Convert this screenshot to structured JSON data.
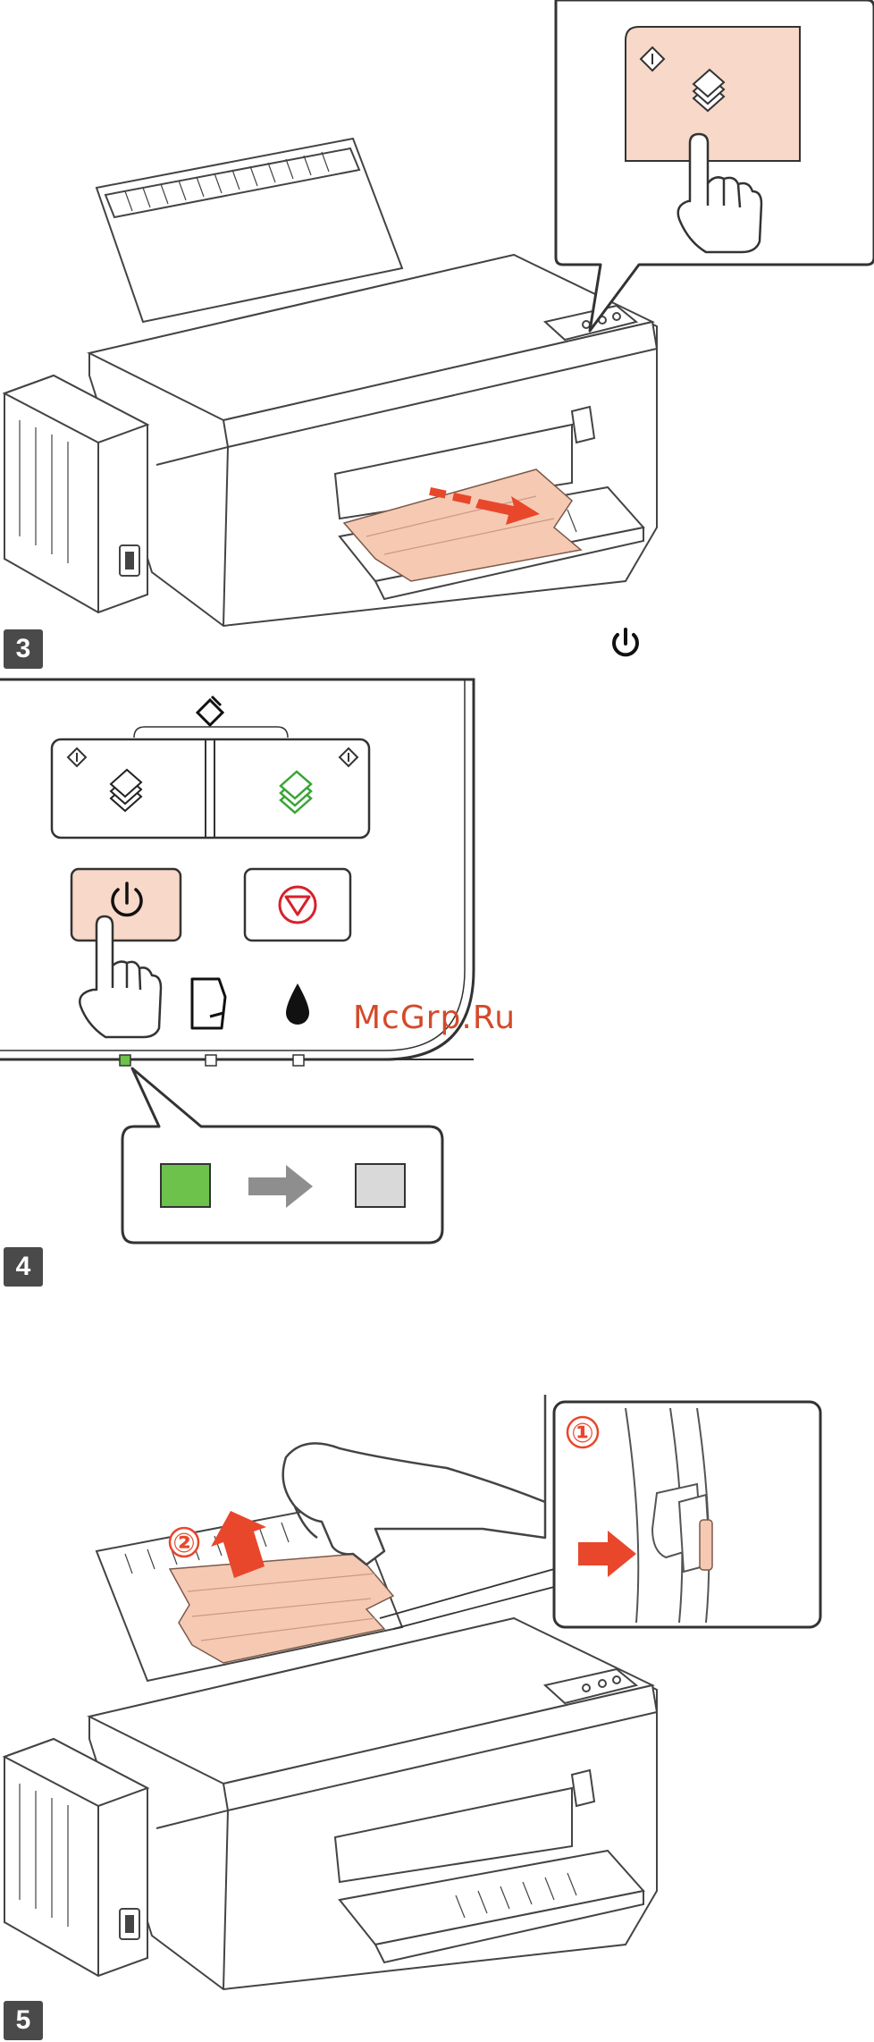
{
  "steps": [
    {
      "number": "3",
      "illustration": "printer-press-copy-button-paper-ejects"
    },
    {
      "number": "4",
      "illustration": "control-panel-press-power-light-turns-off"
    },
    {
      "number": "5",
      "illustration": "printer-release-lever-pull-jammed-paper"
    }
  ],
  "step3_power_icon": "power-icon",
  "watermark": "McGrp.Ru",
  "step5": {
    "callout_1": "①",
    "callout_2": "②"
  },
  "colors": {
    "paper": "#f6c9b3",
    "highlight_button": "#f8d8c8",
    "light_on": "#6cc24a",
    "light_off": "#d9d9d9",
    "arrow_red": "#e8472c",
    "arrow_gray": "#8e8e8e",
    "stop_red": "#d8212a",
    "badge": "#4a4a4a"
  }
}
